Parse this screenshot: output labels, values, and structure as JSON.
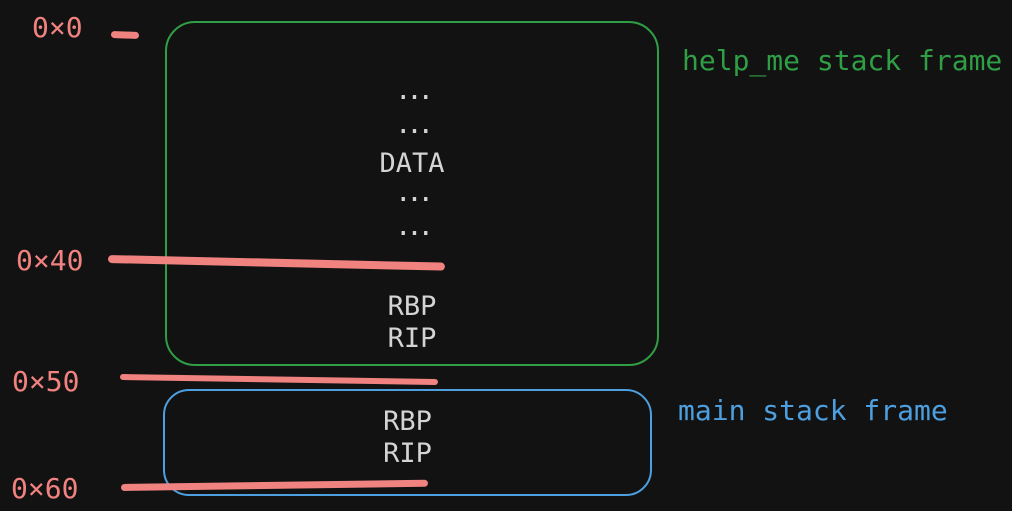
{
  "colors": {
    "bg": "#121212",
    "red": "#f0827f",
    "green": "#2f9e44",
    "blue": "#4d9fdf",
    "text": "#d4d4d4"
  },
  "addresses": [
    {
      "label": "0×0"
    },
    {
      "label": "0×40"
    },
    {
      "label": "0×50"
    },
    {
      "label": "0×60"
    }
  ],
  "help_me_frame": {
    "title": "help_me stack frame",
    "rows_top": [
      "...",
      "...",
      "DATA",
      "...",
      "..."
    ],
    "rows_bottom": [
      "RBP",
      "RIP"
    ]
  },
  "main_frame": {
    "title": "main stack frame",
    "rows": [
      "RBP",
      "RIP"
    ]
  }
}
